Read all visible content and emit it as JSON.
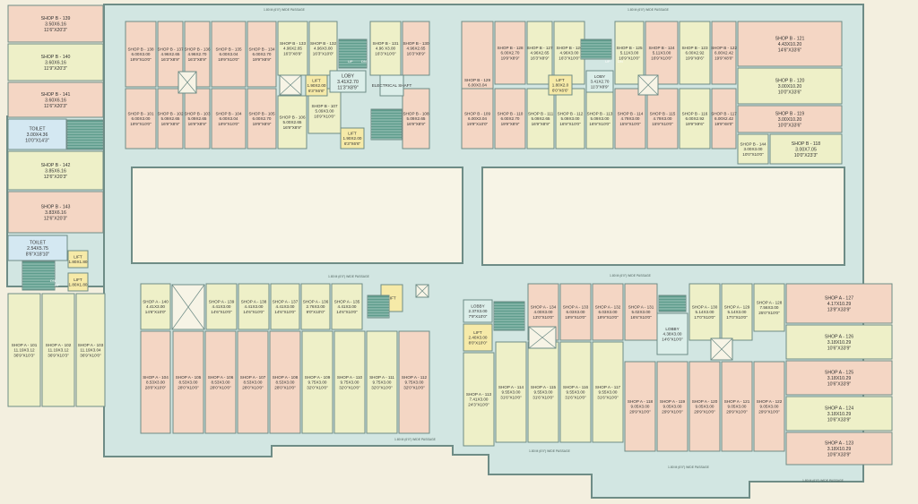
{
  "colors": {
    "paper": "#f3efdf",
    "corridor": "#d2e6e2",
    "wall": "#6e8c86",
    "shop_pink": "#f4d6c4",
    "shop_yellow": "#eef0c8",
    "toilet": "#d4e8f2",
    "stair": "#5e9c8c",
    "lift": "#f6eaa8",
    "lobby": "#dbeee9",
    "text": "#333333"
  },
  "rooms": [
    {
      "id": "B139",
      "label": "SHOP B - 139",
      "dims": "3.50X6.16",
      "imp": "11'6\"X20'3\"",
      "fill": "pink"
    },
    {
      "id": "B140",
      "label": "SHOP B - 140",
      "dims": "3.60X6.16",
      "imp": "11'9\"X20'3\"",
      "fill": "yellow"
    },
    {
      "id": "B141",
      "label": "SHOP B - 141",
      "dims": "3.60X6.16",
      "imp": "11'6\"X20'3\"",
      "fill": "pink"
    },
    {
      "id": "T1",
      "label": "TOILET",
      "dims": "3.00X4.36",
      "imp": "10'0\"X14'3\"",
      "fill": "toilet"
    },
    {
      "id": "B142",
      "label": "SHOP B - 142",
      "dims": "3.85X6.16",
      "imp": "12'6\"X20'3\"",
      "fill": "yellow"
    },
    {
      "id": "B143",
      "label": "SHOP B - 143",
      "dims": "3.83X6.16",
      "imp": "12'6\"X20'3\"",
      "fill": "pink"
    },
    {
      "id": "T2",
      "label": "TOILET",
      "dims": "2.54X5.75",
      "imp": "8'6\"X18'10\"",
      "fill": "toilet"
    },
    {
      "id": "LIFT_W1",
      "label": "LIFT",
      "dims": "1.80X1.80",
      "imp": "",
      "fill": "lift"
    },
    {
      "id": "LIFT_W2",
      "label": "LIFT",
      "dims": "1.80X1.80",
      "imp": "",
      "fill": "lift"
    },
    {
      "id": "A101",
      "label": "SHOP A - 101",
      "dims": "11.19X3.12",
      "imp": "36'9\"X10'3\"",
      "fill": "yellow"
    },
    {
      "id": "A102",
      "label": "SHOP A - 102",
      "dims": "11.19X3.12",
      "imp": "36'9\"X10'3\"",
      "fill": "yellow"
    },
    {
      "id": "A103",
      "label": "SHOP A - 103",
      "dims": "11.19X3.04",
      "imp": "36'9\"X10'0\"",
      "fill": "yellow"
    },
    {
      "id": "B138",
      "label": "SHOP B - 138",
      "dims": "6.00X3.00",
      "imp": "19'9\"X10'0\"",
      "fill": "pink"
    },
    {
      "id": "B137",
      "label": "SHOP B - 137",
      "dims": "4.96X2.65",
      "imp": "16'3\"X8'9\"",
      "fill": "pink"
    },
    {
      "id": "B136",
      "label": "SHOP B - 136",
      "dims": "4.96X2.70",
      "imp": "16'3\"X8'9\"",
      "fill": "pink"
    },
    {
      "id": "B135",
      "label": "SHOP B - 135",
      "dims": "6.00X3.04",
      "imp": "19'9\"X10'0\"",
      "fill": "pink"
    },
    {
      "id": "B134",
      "label": "SHOP B - 134",
      "dims": "6.00X2.70",
      "imp": "19'9\"X8'9\"",
      "fill": "pink"
    },
    {
      "id": "B133",
      "label": "SHOP B - 133",
      "dims": "4.96X2.65",
      "imp": "16'3\"X8'9\"",
      "fill": "yellow"
    },
    {
      "id": "B132",
      "label": "SHOP B - 132",
      "dims": "4.96X3.00",
      "imp": "16'3\"X10'0\"",
      "fill": "yellow"
    },
    {
      "id": "B131",
      "label": "SHOP B - 131",
      "dims": "4.96 X3.00",
      "imp": "16'3\"X10'0\"",
      "fill": "yellow"
    },
    {
      "id": "B130",
      "label": "SHOP B - 130",
      "dims": "4.96X2.65",
      "imp": "16'3\"X8'9\"",
      "fill": "pink"
    },
    {
      "id": "B101",
      "label": "SHOP B - 101",
      "dims": "6.00X3.00",
      "imp": "19'9\"X10'0\"",
      "fill": "pink"
    },
    {
      "id": "B102",
      "label": "SHOP B - 102",
      "dims": "5.09X2.65",
      "imp": "16'9\"X8'9\"",
      "fill": "pink"
    },
    {
      "id": "B103",
      "label": "SHOP B - 103",
      "dims": "5.09X2.65",
      "imp": "16'9\"X8'9\"",
      "fill": "pink"
    },
    {
      "id": "B104",
      "label": "SHOP B - 104",
      "dims": "6.00X3.04",
      "imp": "19'9\"X10'0\"",
      "fill": "pink"
    },
    {
      "id": "B105",
      "label": "SHOP B - 105",
      "dims": "6.00X2.70",
      "imp": "19'9\"X8'9\"",
      "fill": "pink"
    },
    {
      "id": "B106",
      "label": "SHOP B - 106",
      "dims": "5.00X2.65",
      "imp": "16'9\"X8'9\"",
      "fill": "yellow"
    },
    {
      "id": "B107",
      "label": "SHOP B - 107",
      "dims": "5.09X3.00",
      "imp": "16'9\"X10'0\"",
      "fill": "yellow"
    },
    {
      "id": "B108",
      "label": "SHOP B - 108",
      "dims": "5.09X2.65",
      "imp": "16'9\"X8'9\"",
      "fill": "pink"
    },
    {
      "id": "LIFT_A",
      "label": "LIFT",
      "dims": "1.90X2.00",
      "imp": "6'3\"X6'6\"",
      "fill": "lift"
    },
    {
      "id": "LOBBY_A",
      "label": "LOBY",
      "dims": "3.41X2.70",
      "imp": "11'3\"X8'9\"",
      "fill": "lobby"
    },
    {
      "id": "ELEC_A",
      "label": "ELECTRICAL SHAFT",
      "dims": "",
      "imp": "",
      "fill": "lobby"
    },
    {
      "id": "LIFT_B",
      "label": "LIFT",
      "dims": "1.90X2.00",
      "imp": "6'3\"X6'6\"",
      "fill": "lift"
    },
    {
      "id": "B129",
      "label": "SHOP B - 129",
      "dims": "6.00X3.04",
      "imp": "19'9\"X10'0\"",
      "fill": "pink"
    },
    {
      "id": "B128",
      "label": "SHOP B - 128",
      "dims": "6.00X2.70",
      "imp": "19'9\"X8'9\"",
      "fill": "pink"
    },
    {
      "id": "B127",
      "label": "SHOP B - 127",
      "dims": "4.96X2.65",
      "imp": "16'3\"X8'9\"",
      "fill": "yellow"
    },
    {
      "id": "B126",
      "label": "SHOP B - 126",
      "dims": "4.96X3.00",
      "imp": "16'3\"X10'0\"",
      "fill": "yellow"
    },
    {
      "id": "B125",
      "label": "SHOP B - 125",
      "dims": "5.11X3.00",
      "imp": "16'9\"X10'0\"",
      "fill": "yellow"
    },
    {
      "id": "B124",
      "label": "SHOP B - 124",
      "dims": "5.11X3.00",
      "imp": "16'9\"X10'0\"",
      "fill": "pink"
    },
    {
      "id": "B123",
      "label": "SHOP B - 123",
      "dims": "6.00X2.92",
      "imp": "19'9\"X9'6\"",
      "fill": "yellow"
    },
    {
      "id": "B122",
      "label": "SHOP B - 122",
      "dims": "6.00X2.42",
      "imp": "19'9\"X8'0\"",
      "fill": "pink"
    },
    {
      "id": "B109",
      "label": "SHOP B - 109",
      "dims": "6.00X3.04",
      "imp": "19'9\"X10'0\"",
      "fill": "pink"
    },
    {
      "id": "B110",
      "label": "SHOP B - 110",
      "dims": "6.00X2.70",
      "imp": "19'9\"X8'9\"",
      "fill": "pink"
    },
    {
      "id": "B111",
      "label": "SHOP B - 111",
      "dims": "5.09X2.65",
      "imp": "16'9\"X8'9\"",
      "fill": "yellow"
    },
    {
      "id": "B112",
      "label": "SHOP B - 112",
      "dims": "5.09X3.00",
      "imp": "16'9\"X10'0\"",
      "fill": "yellow"
    },
    {
      "id": "B113",
      "label": "SHOP B - 113",
      "dims": "5.09X3.00",
      "imp": "16'9\"X10'0\"",
      "fill": "yellow"
    },
    {
      "id": "B114",
      "label": "SHOP B - 114",
      "dims": "4.79X3.00",
      "imp": "15'9\"X10'0\"",
      "fill": "pink"
    },
    {
      "id": "B115",
      "label": "SHOP B - 115",
      "dims": "4.79X3.00",
      "imp": "15'9\"X10'0\"",
      "fill": "pink"
    },
    {
      "id": "B116",
      "label": "SHOP B - 116",
      "dims": "6.00X2.92",
      "imp": "19'9\"X9'6\"",
      "fill": "yellow"
    },
    {
      "id": "B117",
      "label": "SHOP B - 117",
      "dims": "6.00X2.42",
      "imp": "19'9\"X8'0\"",
      "fill": "pink"
    },
    {
      "id": "B121",
      "label": "SHOP B - 121",
      "dims": "4.43X10.20",
      "imp": "14'6\"X33'6\"",
      "fill": "pink"
    },
    {
      "id": "B120",
      "label": "SHOP B - 120",
      "dims": "3.00X10.20",
      "imp": "10'0\"X33'6\"",
      "fill": "yellow"
    },
    {
      "id": "B119",
      "label": "SHOP B - 119",
      "dims": "3.00X10.20",
      "imp": "10'0\"X33'6\"",
      "fill": "pink"
    },
    {
      "id": "B144",
      "label": "SHOP B - 144",
      "dims": "3.00X3.00",
      "imp": "10'0\"X10'0\"",
      "fill": "yellow"
    },
    {
      "id": "B118",
      "label": "SHOP B - 118",
      "dims": "3.00X7.05",
      "imp": "10'0\"X23'3\"",
      "fill": "yellow"
    },
    {
      "id": "LIFT_C",
      "label": "LIFT",
      "dims": "1.80X2.0",
      "imp": "6'0\"X6'6\"",
      "fill": "lift"
    },
    {
      "id": "LOBBY_C",
      "label": "LOBY",
      "dims": "3.41X2.70",
      "imp": "11'3\"X8'9\"",
      "fill": "lobby"
    },
    {
      "id": "A140",
      "label": "SHOP A - 140",
      "dims": "4.41X3.00",
      "imp": "14'6\"X10'0\"",
      "fill": "yellow"
    },
    {
      "id": "A139",
      "label": "SHOP A - 139",
      "dims": "4.41X3.00",
      "imp": "14'6\"X10'0\"",
      "fill": "yellow"
    },
    {
      "id": "A138",
      "label": "SHOP A - 138",
      "dims": "4.41X3.00",
      "imp": "14'6\"X10'0\"",
      "fill": "yellow"
    },
    {
      "id": "A137",
      "label": "SHOP A - 137",
      "dims": "4.41X3.00",
      "imp": "14'6\"X10'0\"",
      "fill": "yellow"
    },
    {
      "id": "A136",
      "label": "SHOP A - 136",
      "dims": "2.76X3.00",
      "imp": "9'0\"X10'0\"",
      "fill": "yellow"
    },
    {
      "id": "A135",
      "label": "SHOP A - 135",
      "dims": "4.41X3.00",
      "imp": "14'6\"X10'0\"",
      "fill": "yellow"
    },
    {
      "id": "A104",
      "label": "SHOP A - 104",
      "dims": "8.53X3.00",
      "imp": "28'0\"X10'0\"",
      "fill": "pink"
    },
    {
      "id": "A105",
      "label": "SHOP A - 105",
      "dims": "8.53X3.00",
      "imp": "28'0\"X10'0\"",
      "fill": "pink"
    },
    {
      "id": "A106",
      "label": "SHOP A - 106",
      "dims": "8.53X3.00",
      "imp": "28'0\"X10'0\"",
      "fill": "pink"
    },
    {
      "id": "A107",
      "label": "SHOP A - 107",
      "dims": "8.53X3.00",
      "imp": "28'0\"X10'0\"",
      "fill": "pink"
    },
    {
      "id": "A108",
      "label": "SHOP A - 108",
      "dims": "8.53X3.00",
      "imp": "28'0\"X10'0\"",
      "fill": "pink"
    },
    {
      "id": "A109",
      "label": "SHOP A - 109",
      "dims": "9.75X3.00",
      "imp": "32'0\"X10'0\"",
      "fill": "yellow"
    },
    {
      "id": "A110",
      "label": "SHOP A - 110",
      "dims": "9.75X3.00",
      "imp": "32'0\"X10'0\"",
      "fill": "yellow"
    },
    {
      "id": "A111",
      "label": "SHOP A - 111",
      "dims": "9.75X3.00",
      "imp": "32'0\"X10'0\"",
      "fill": "yellow"
    },
    {
      "id": "A112",
      "label": "SHOP A - 112",
      "dims": "9.75X3.00",
      "imp": "32'0\"X10'0\"",
      "fill": "pink"
    },
    {
      "id": "LIFT_D",
      "label": "LIFT",
      "dims": "",
      "imp": "",
      "fill": "lift"
    },
    {
      "id": "LOBBY_E",
      "label": "LOBBY",
      "dims": "2.37X3.00",
      "imp": "7'9\"X10'0\"",
      "fill": "lobby"
    },
    {
      "id": "LIFT_E",
      "label": "LIFT",
      "dims": "2.40X3.00",
      "imp": "8'0\"X10'0\"",
      "fill": "lift"
    },
    {
      "id": "A134",
      "label": "SHOP A - 134",
      "dims": "4.00X3.00",
      "imp": "13'0\"X10'0\"",
      "fill": "pink"
    },
    {
      "id": "A133",
      "label": "SHOP A - 133",
      "dims": "6.03X3.00",
      "imp": "19'9\"X10'0\"",
      "fill": "pink"
    },
    {
      "id": "A132",
      "label": "SHOP A - 132",
      "dims": "6.03X3.00",
      "imp": "19'9\"X10'0\"",
      "fill": "pink"
    },
    {
      "id": "A131",
      "label": "SHOP A - 131",
      "dims": "5.02X3.00",
      "imp": "16'6\"X10'0\"",
      "fill": "pink"
    },
    {
      "id": "A130",
      "label": "SHOP A - 130",
      "dims": "5.14X3.00",
      "imp": "17'0\"X10'0\"",
      "fill": "yellow"
    },
    {
      "id": "A129",
      "label": "SHOP A - 129",
      "dims": "5.14X3.00",
      "imp": "17'0\"X10'0\"",
      "fill": "yellow"
    },
    {
      "id": "A128",
      "label": "SHOP A - 128",
      "dims": "7.56X3.00",
      "imp": "25'0\"X10'0\"",
      "fill": "yellow"
    },
    {
      "id": "A127",
      "label": "SHOP A - 127",
      "dims": "4.17X10.29",
      "imp": "13'9\"X33'9\"",
      "fill": "pink"
    },
    {
      "id": "A126",
      "label": "SHOP A - 126",
      "dims": "3.18X10.29",
      "imp": "10'6\"X33'9\"",
      "fill": "yellow"
    },
    {
      "id": "A125",
      "label": "SHOP A - 125",
      "dims": "3.18X10.29",
      "imp": "10'6\"X33'9\"",
      "fill": "pink"
    },
    {
      "id": "A124",
      "label": "SHOP A - 124",
      "dims": "3.18X10.29",
      "imp": "10'6\"X33'9\"",
      "fill": "yellow"
    },
    {
      "id": "A123",
      "label": "SHOP A - 123",
      "dims": "3.18X10.29",
      "imp": "10'6\"X33'9\"",
      "fill": "pink"
    },
    {
      "id": "A113",
      "label": "SHOP A - 113",
      "dims": "7.41X3.00",
      "imp": "24'3\"X10'0\"",
      "fill": "yellow"
    },
    {
      "id": "A114",
      "label": "SHOP A - 114",
      "dims": "9.55X3.00",
      "imp": "31'6\"X10'0\"",
      "fill": "yellow"
    },
    {
      "id": "A115",
      "label": "SHOP A - 115",
      "dims": "9.55X3.00",
      "imp": "31'6\"X10'0\"",
      "fill": "yellow"
    },
    {
      "id": "A116",
      "label": "SHOP A - 116",
      "dims": "9.55X3.00",
      "imp": "31'6\"X10'0\"",
      "fill": "yellow"
    },
    {
      "id": "A117",
      "label": "SHOP A - 117",
      "dims": "9.55X3.00",
      "imp": "31'6\"X10'0\"",
      "fill": "yellow"
    },
    {
      "id": "LOBBY_F",
      "label": "LOBBY",
      "dims": "4.38X3.00",
      "imp": "14'6\"X10'0\"",
      "fill": "lobby"
    },
    {
      "id": "A118",
      "label": "SHOP A - 118",
      "dims": "9.05X3.00",
      "imp": "29'9\"X10'0\"",
      "fill": "pink"
    },
    {
      "id": "A119",
      "label": "SHOP A - 119",
      "dims": "9.05X3.00",
      "imp": "29'9\"X10'0\"",
      "fill": "pink"
    },
    {
      "id": "A120",
      "label": "SHOP A - 120",
      "dims": "9.05X3.00",
      "imp": "29'9\"X10'0\"",
      "fill": "pink"
    },
    {
      "id": "A121",
      "label": "SHOP A - 121",
      "dims": "9.05X3.00",
      "imp": "29'9\"X10'0\"",
      "fill": "pink"
    },
    {
      "id": "A122",
      "label": "SHOP A - 122",
      "dims": "9.05X3.00",
      "imp": "29'9\"X10'0\"",
      "fill": "pink"
    }
  ],
  "annotations": {
    "passage_text": "1.80 M (6'0\") WIDE PASSAGE",
    "stair_up": "UP",
    "stair_down": "DN"
  }
}
